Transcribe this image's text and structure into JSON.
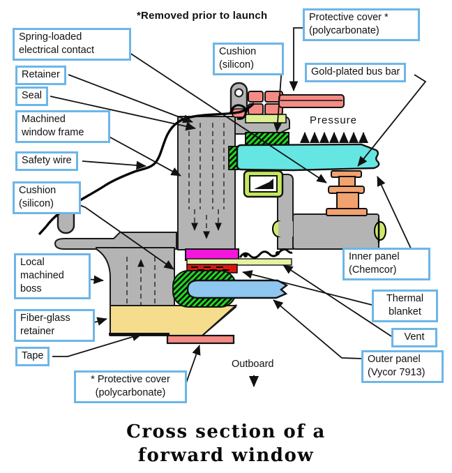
{
  "note": "*Removed prior to launch",
  "annotations": {
    "pressure": "Pressure",
    "outboard": "Outboard"
  },
  "caption": {
    "line1": "Cross section of a",
    "line2": "forward  window"
  },
  "labels": [
    {
      "id": "spring-loaded-electrical-contact",
      "lines": [
        "Spring-loaded",
        "electrical contact"
      ]
    },
    {
      "id": "retainer",
      "lines": [
        "Retainer"
      ]
    },
    {
      "id": "seal",
      "lines": [
        "Seal"
      ]
    },
    {
      "id": "machined-window-frame",
      "lines": [
        "Machined",
        "window frame"
      ]
    },
    {
      "id": "safety-wire",
      "lines": [
        "Safety wire"
      ]
    },
    {
      "id": "cushion-silicon-left",
      "lines": [
        "Cushion",
        "(silicon)"
      ]
    },
    {
      "id": "local-machined-boss",
      "lines": [
        "Local",
        "machined",
        "boss"
      ]
    },
    {
      "id": "fiber-glass-retainer",
      "lines": [
        "Fiber-glass",
        "retainer"
      ]
    },
    {
      "id": "tape",
      "lines": [
        "Tape"
      ]
    },
    {
      "id": "protective-cover-bottom",
      "lines": [
        "* Protective cover",
        "(polycarbonate)"
      ]
    },
    {
      "id": "cushion-silicon-top",
      "lines": [
        "Cushion",
        "(silicon)"
      ]
    },
    {
      "id": "protective-cover-top",
      "lines": [
        "Protective cover *",
        "(polycarbonate)"
      ]
    },
    {
      "id": "gold-plated-bus-bar",
      "lines": [
        "Gold-plated bus bar"
      ]
    },
    {
      "id": "inner-panel-chemcor",
      "lines": [
        "Inner panel",
        "(Chemcor)"
      ]
    },
    {
      "id": "thermal-blanket",
      "lines": [
        "Thermal",
        "blanket"
      ]
    },
    {
      "id": "vent",
      "lines": [
        "Vent"
      ]
    },
    {
      "id": "outer-panel-vycor",
      "lines": [
        "Outer panel",
        "(Vycor 7913)"
      ]
    }
  ],
  "colors": {
    "callout_border": "#6cb6e8",
    "frame_gray": "#b4b4b4",
    "cushion_green": "#21d421",
    "inner_panel_cyan": "#66e6e3",
    "outer_panel_blue": "#8fc6ef",
    "bus_bar_salmon": "#f58b85",
    "contact_orange": "#f2a26e",
    "seal_magenta": "#f416dd",
    "thermal_red": "#dd1512",
    "fiberglass_khaki": "#f5dd8d",
    "vent_lime": "#e6f2a3"
  }
}
